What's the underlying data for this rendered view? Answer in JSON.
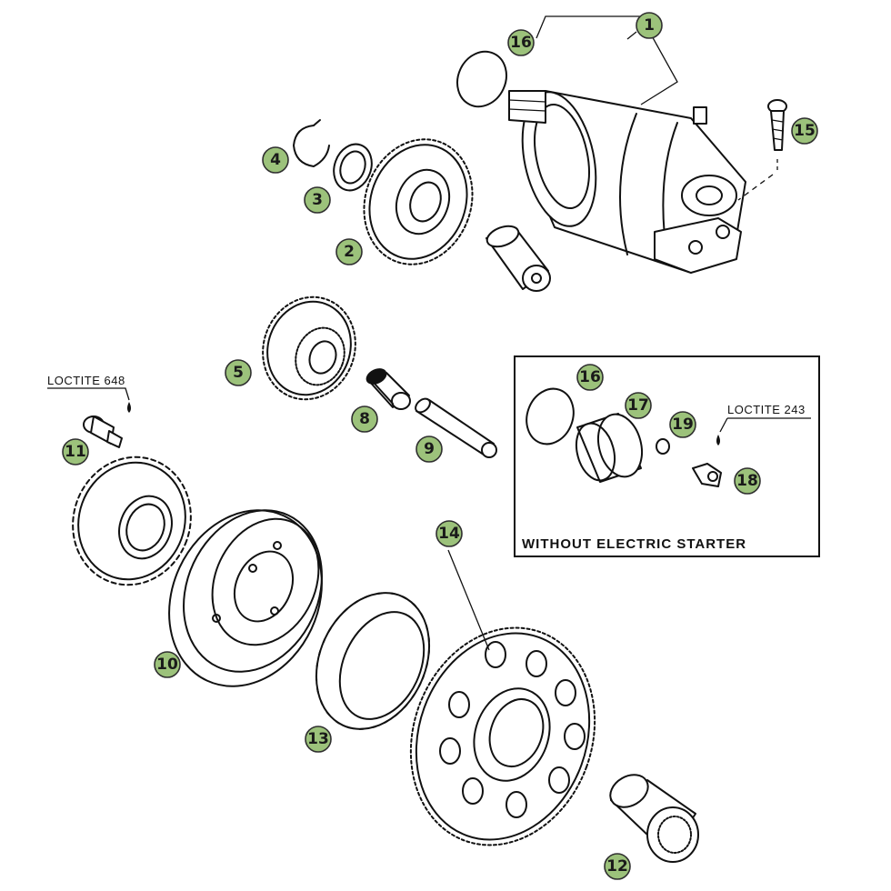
{
  "callouts": {
    "c1": "1",
    "c2": "2",
    "c3": "3",
    "c4": "4",
    "c5": "5",
    "c8": "8",
    "c9": "9",
    "c10": "10",
    "c11": "11",
    "c12": "12",
    "c13": "13",
    "c14": "14",
    "c15": "15",
    "c16": "16",
    "c16b": "16",
    "c17": "17",
    "c18": "18",
    "c19": "19"
  },
  "labels": {
    "loctite_648": "LOCTITE 648",
    "loctite_243": "LOCTITE 243",
    "without_starter": "WITHOUT ELECTRIC STARTER"
  },
  "colors": {
    "badge_fill": "#9cc27b",
    "ink": "#111111"
  }
}
